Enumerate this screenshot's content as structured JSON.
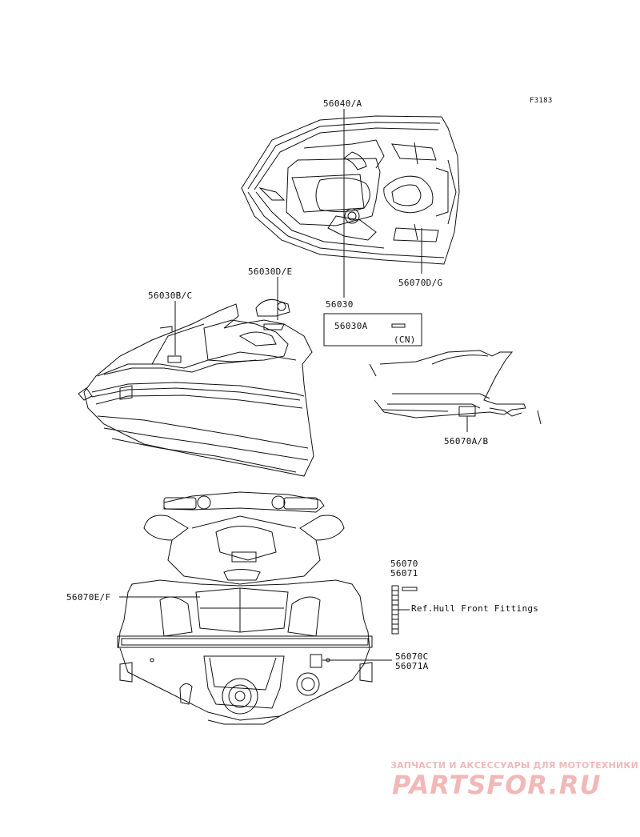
{
  "figure_code": "F3183",
  "labels": {
    "p56040": "56040/A",
    "p56070dg": "56070D/G",
    "p56030de": "56030D/E",
    "p56030bc": "56030B/C",
    "p56030": "56030",
    "p56030a": "56030A",
    "cn": "(CN)",
    "p56070ab": "56070A/B",
    "p56070": "56070",
    "p56071": "56071",
    "ref_hull": "Ref.Hull Front Fittings",
    "p56070ef": "56070E/F",
    "p56070c": "56070C",
    "p56071a": "56071A"
  },
  "watermark": {
    "tagline": "ЗАПЧАСТИ И АКСЕССУАРЫ ДЛЯ МОТОТЕХНИКИ",
    "logo": "PARTSFOR.RU",
    "color": "#f2b8b8"
  },
  "colors": {
    "line": "#111111",
    "watermark": "#f2b8b8"
  }
}
